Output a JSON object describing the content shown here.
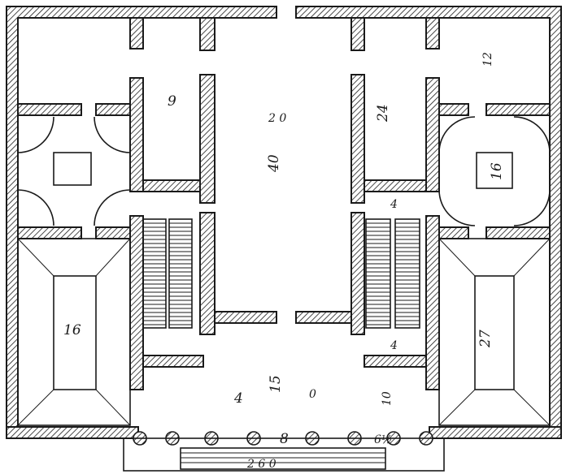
{
  "labels": {
    "left_room_top": "9",
    "hall_top": "40",
    "hall_top_2": "2 0",
    "right_room_top": "24",
    "right_corner_room": "12",
    "right_cabinet": "16",
    "left_hall": "16",
    "right_hall": "27",
    "stair_left_dim": "4",
    "stair_right_dim": "4",
    "portico_left": "4",
    "portico_mid": "15",
    "portico_zero": "0",
    "portico_right": "10",
    "column_spacing": "8",
    "column_dia": "6½",
    "steps": "2 6 0"
  }
}
